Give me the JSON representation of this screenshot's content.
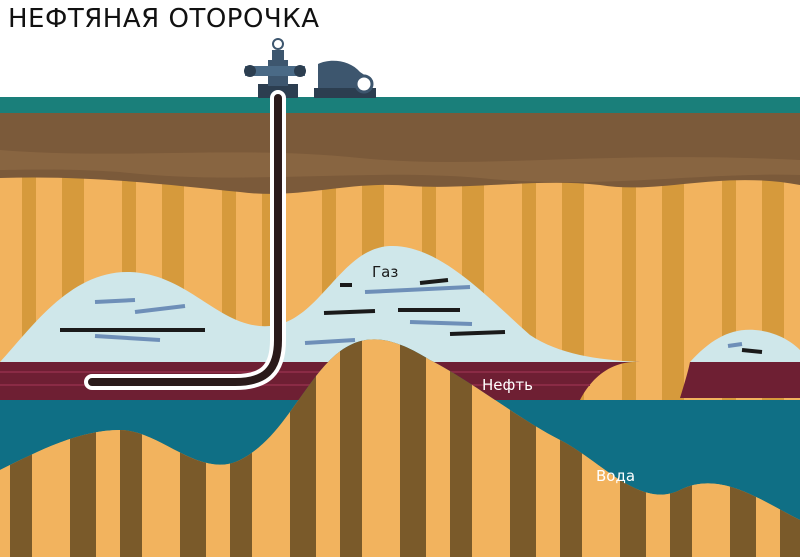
{
  "title": "НЕФТЯНАЯ ОТОРОЧКА",
  "labels": {
    "gas": "Газ",
    "oil": "Нефть",
    "water": "Вода"
  },
  "colors": {
    "surface": "#1a7f7a",
    "topsoil": "#7b5a3a",
    "rock_light": "#f2b35e",
    "rock_dark_stripe": "#d69a3c",
    "gas": "#cfe7ea",
    "oil": "#6e1f33",
    "water": "#0f6f85",
    "deep_rock_stripe": "#7a5a2a",
    "well_pipe": "#2a1a1a"
  }
}
